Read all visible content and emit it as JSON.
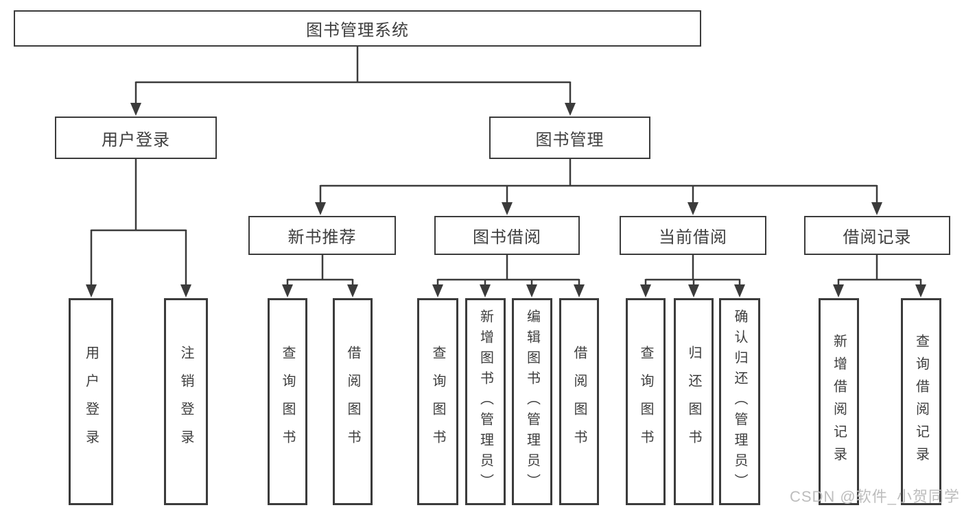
{
  "tree": {
    "label": "图书管理系统",
    "children": [
      {
        "label": "用户登录",
        "children": [
          {
            "label": "用户登录"
          },
          {
            "label": "注销登录"
          }
        ]
      },
      {
        "label": "图书管理",
        "children": [
          {
            "label": "新书推荐",
            "children": [
              {
                "label": "查询图书"
              },
              {
                "label": "借阅图书"
              }
            ]
          },
          {
            "label": "图书借阅",
            "children": [
              {
                "label": "查询图书"
              },
              {
                "label": "新增图书（管理员）"
              },
              {
                "label": "编辑图书（管理员）"
              },
              {
                "label": "借阅图书"
              }
            ]
          },
          {
            "label": "当前借阅",
            "children": [
              {
                "label": "查询图书"
              },
              {
                "label": "归还图书"
              },
              {
                "label": "确认归还（管理员）"
              }
            ]
          },
          {
            "label": "借阅记录",
            "children": [
              {
                "label": "新增借阅记录"
              },
              {
                "label": "查询借阅记录"
              }
            ]
          }
        ]
      }
    ]
  },
  "watermark": "CSDN @软件_小贺同学",
  "colors": {
    "line": "#3b3b3b",
    "text": "#3e3e3e",
    "background": "#ffffff",
    "watermark": "#bdbdbd"
  }
}
